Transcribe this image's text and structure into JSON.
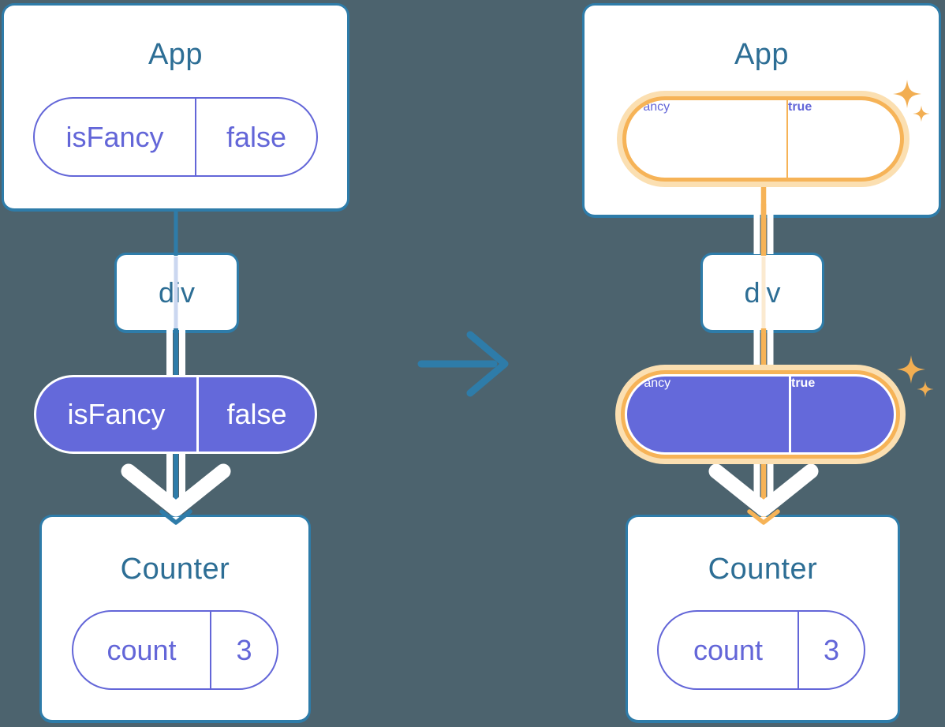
{
  "left_tree": {
    "app": {
      "title": "App",
      "prop_name": "isFancy",
      "prop_value": "false"
    },
    "div": {
      "label": "div"
    },
    "state": {
      "name": "isFancy",
      "value": "false"
    },
    "counter": {
      "title": "Counter",
      "state_name": "count",
      "state_value": "3"
    }
  },
  "right_tree": {
    "app": {
      "title": "App",
      "prop_name": "isFancy",
      "prop_value": "true"
    },
    "div": {
      "label": "div"
    },
    "state": {
      "name": "isFancy",
      "value": "true"
    },
    "counter": {
      "title": "Counter",
      "state_name": "count",
      "state_value": "3"
    }
  },
  "colors": {
    "background": "#4C636E",
    "card_border_blue": "#2E7CA9",
    "title_blue": "#2D6E95",
    "indigo_text": "#6366D8",
    "purple_fill": "#6469DA",
    "highlight_orange": "#F6B357",
    "highlight_orange_pale": "#FBDFB1",
    "sparkle_orange": "#F2AE52",
    "faint_lavender": "#CBD7F0",
    "faint_orange": "#FBEAD0",
    "pipe_white": "#FFFFFF"
  }
}
